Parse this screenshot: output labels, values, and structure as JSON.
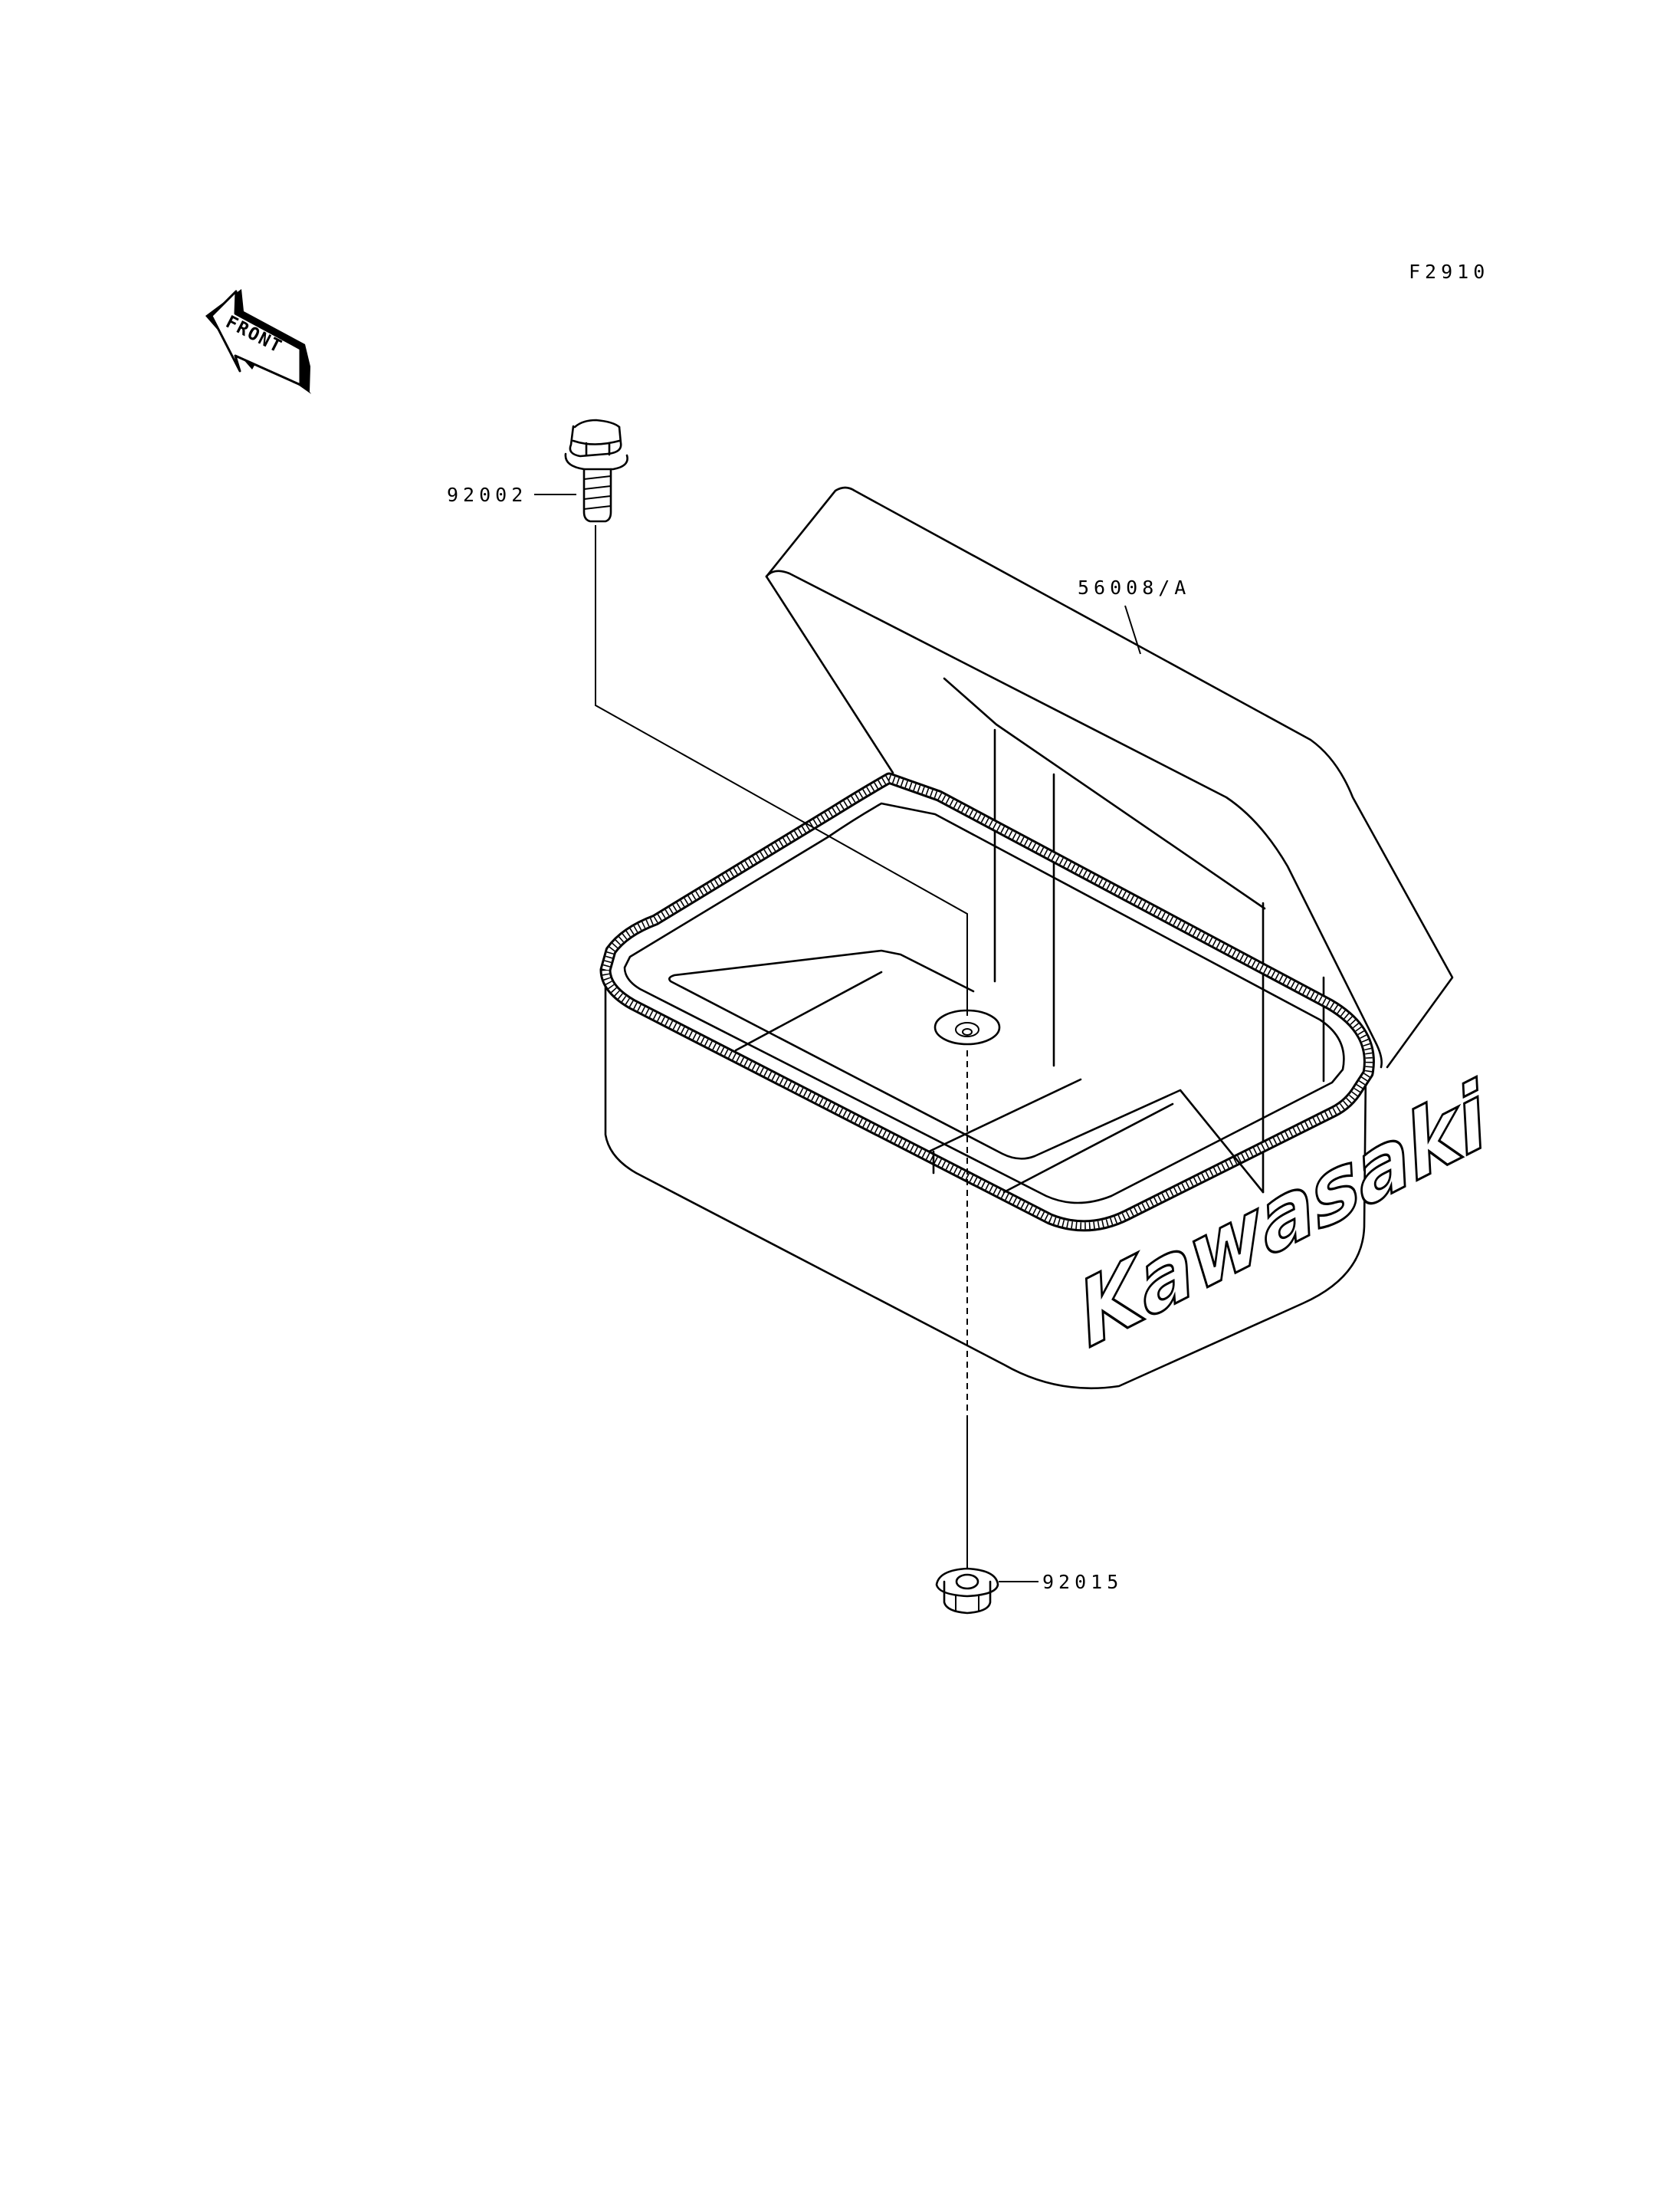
{
  "figure": {
    "code": "F2910",
    "front_arrow_label": "FRONT",
    "brand_logo_text": "Kawasaki"
  },
  "parts": [
    {
      "number": "92002",
      "description": "bolt"
    },
    {
      "number": "56008/A",
      "description": "storage box"
    },
    {
      "number": "92015",
      "description": "nut"
    }
  ]
}
